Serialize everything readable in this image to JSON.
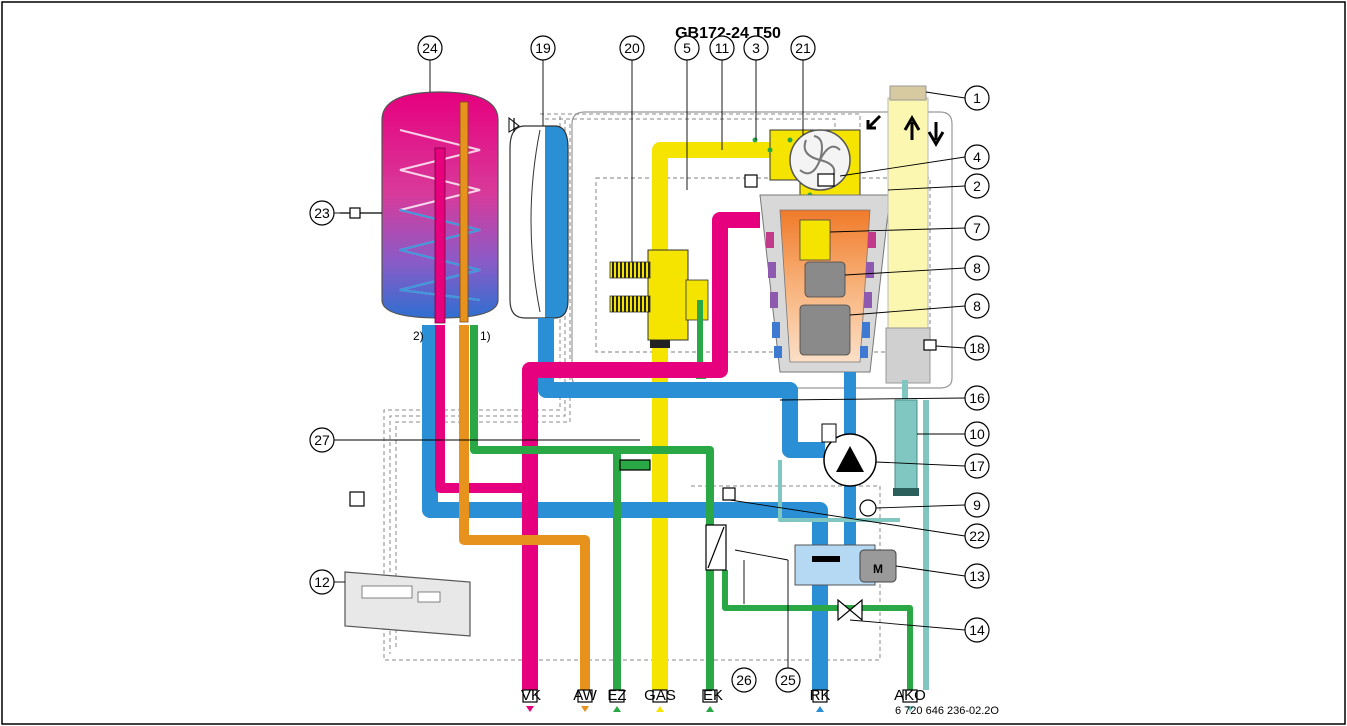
{
  "title": "GB172-24 T50",
  "doc_code": "6 720 646 236-02.2O",
  "callouts": [
    "1",
    "2",
    "3",
    "4",
    "5",
    "7",
    "8",
    "8",
    "9",
    "10",
    "11",
    "12",
    "13",
    "14",
    "16",
    "17",
    "18",
    "19",
    "20",
    "21",
    "22",
    "23",
    "24",
    "25",
    "26",
    "27"
  ],
  "connections": [
    "VK",
    "AW",
    "EZ",
    "GAS",
    "EK",
    "RK",
    "AKO"
  ],
  "footnote_2": "2)",
  "footnote_1": "1)",
  "pump_motor_label": "M",
  "colors": {
    "flow_red": "#e8196b",
    "return_blue": "#2b8fd6",
    "gas_yellow": "#f4e400",
    "cold_green": "#2aa845",
    "hot_orange": "#e8921e",
    "condensate_teal": "#7fc7c0",
    "flue_light_yellow": "#fbf6b0",
    "tank_pink": "#e6007e",
    "tank_blue": "#3b63c8"
  }
}
